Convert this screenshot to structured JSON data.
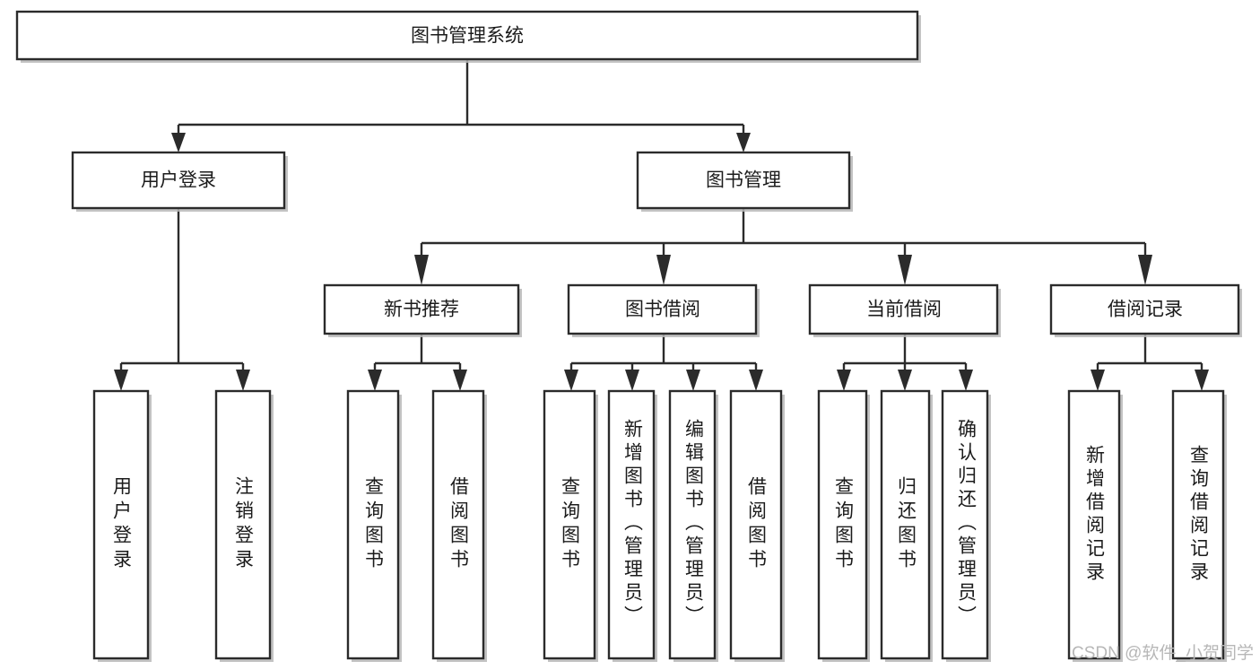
{
  "diagram": {
    "type": "tree",
    "title": "图书管理系统",
    "root": {
      "id": "root",
      "label": "图书管理系统",
      "orientation": "horizontal"
    },
    "level2": [
      {
        "id": "user-login",
        "label": "用户登录",
        "orientation": "horizontal"
      },
      {
        "id": "book-management",
        "label": "图书管理",
        "orientation": "horizontal"
      }
    ],
    "level3": [
      {
        "id": "new-book-recommend",
        "label": "新书推荐",
        "orientation": "horizontal",
        "parent": "book-management"
      },
      {
        "id": "book-borrow",
        "label": "图书借阅",
        "orientation": "horizontal",
        "parent": "book-management"
      },
      {
        "id": "current-borrow",
        "label": "当前借阅",
        "orientation": "horizontal",
        "parent": "book-management"
      },
      {
        "id": "borrow-record",
        "label": "借阅记录",
        "orientation": "horizontal",
        "parent": "book-management"
      }
    ],
    "leaves": [
      {
        "id": "leaf-user-login",
        "label": "用户登录",
        "orientation": "vertical",
        "parent": "user-login"
      },
      {
        "id": "leaf-logout-login",
        "label": "注销登录",
        "orientation": "vertical",
        "parent": "user-login"
      },
      {
        "id": "leaf-query-book-1",
        "label": "查询图书",
        "orientation": "vertical",
        "parent": "new-book-recommend"
      },
      {
        "id": "leaf-borrow-book-1",
        "label": "借阅图书",
        "orientation": "vertical",
        "parent": "new-book-recommend"
      },
      {
        "id": "leaf-query-book-2",
        "label": "查询图书",
        "orientation": "vertical",
        "parent": "book-borrow"
      },
      {
        "id": "leaf-add-book",
        "label": "新增图书（管理员）",
        "orientation": "vertical",
        "parent": "book-borrow"
      },
      {
        "id": "leaf-edit-book",
        "label": "编辑图书（管理员）",
        "orientation": "vertical",
        "parent": "book-borrow"
      },
      {
        "id": "leaf-borrow-book-2",
        "label": "借阅图书",
        "orientation": "vertical",
        "parent": "book-borrow"
      },
      {
        "id": "leaf-query-book-3",
        "label": "查询图书",
        "orientation": "vertical",
        "parent": "current-borrow"
      },
      {
        "id": "leaf-return-book",
        "label": "归还图书",
        "orientation": "vertical",
        "parent": "current-borrow"
      },
      {
        "id": "leaf-confirm-return",
        "label": "确认归还（管理员）",
        "orientation": "vertical",
        "parent": "current-borrow"
      },
      {
        "id": "leaf-add-record",
        "label": "新增借阅记录",
        "orientation": "vertical",
        "parent": "borrow-record"
      },
      {
        "id": "leaf-query-record",
        "label": "查询借阅记录",
        "orientation": "vertical",
        "parent": "borrow-record"
      }
    ]
  },
  "watermark": {
    "text": "CSDN @软件_小贺同学"
  },
  "colors": {
    "stroke": "#2b2b2b",
    "fill": "#ffffff",
    "shadow": "#b9b9b9",
    "text": "#1b1b1b",
    "watermark": "#b7b7b7",
    "background": "#ffffff"
  }
}
